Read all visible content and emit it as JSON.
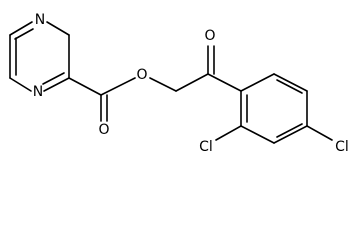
{
  "molecule": {
    "atoms": {
      "pyrazine_n1": "N",
      "pyrazine_n4": "N",
      "ester_o": "O",
      "ester_carbonyl_o": "O",
      "ketone_o": "O",
      "cl_ortho": "Cl",
      "cl_para": "Cl"
    }
  }
}
